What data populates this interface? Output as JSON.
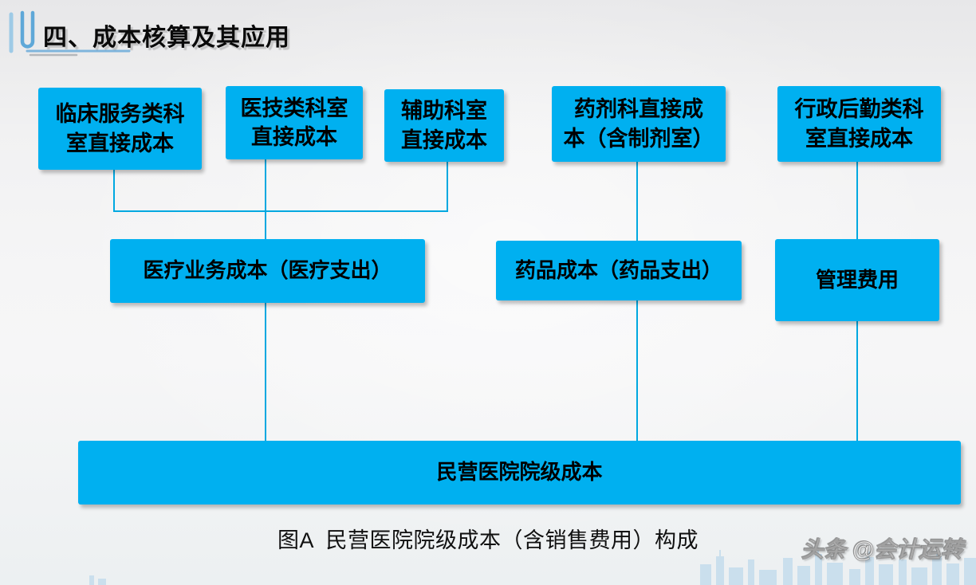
{
  "colors": {
    "box_fill": "#00b0f0",
    "connector": "#00a8e0",
    "title_underline": "#7fb5dc",
    "skyline": "#a9cfe9"
  },
  "slide": {
    "title": "四、成本核算及其应用",
    "caption": "图A  民营医院院级成本（含销售费用）构成",
    "watermark": "头条 @会计运转"
  },
  "diagram": {
    "top_row": [
      {
        "label": "临床服务类科\n室直接成本"
      },
      {
        "label": "医技类科室\n直接成本"
      },
      {
        "label": "辅助科室\n直接成本"
      },
      {
        "label": "药剂科直接成\n本（含制剂室）"
      },
      {
        "label": "行政后勤类科\n室直接成本"
      }
    ],
    "middle_row": [
      {
        "label": "医疗业务成本（医疗支出）"
      },
      {
        "label": "药品成本（药品支出）"
      },
      {
        "label": "管理费用"
      }
    ],
    "bottom": {
      "label": "民营医院院级成本"
    }
  }
}
